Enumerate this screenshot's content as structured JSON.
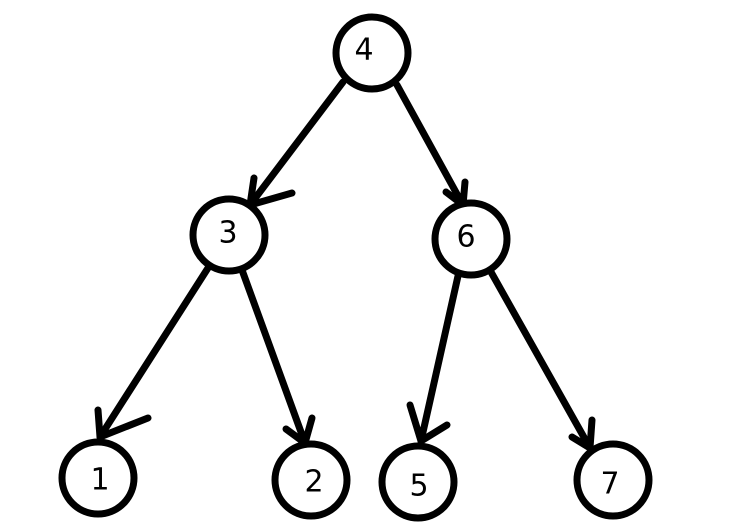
{
  "diagram": {
    "nodes": [
      {
        "id": "n4",
        "label": "4"
      },
      {
        "id": "n3",
        "label": "3"
      },
      {
        "id": "n6",
        "label": "6"
      },
      {
        "id": "n1",
        "label": "1"
      },
      {
        "id": "n2",
        "label": "2"
      },
      {
        "id": "n5",
        "label": "5"
      },
      {
        "id": "n7",
        "label": "7"
      }
    ],
    "edges": [
      {
        "from": "n4",
        "to": "n3"
      },
      {
        "from": "n4",
        "to": "n6"
      },
      {
        "from": "n3",
        "to": "n1"
      },
      {
        "from": "n3",
        "to": "n2"
      },
      {
        "from": "n6",
        "to": "n5"
      },
      {
        "from": "n6",
        "to": "n7"
      }
    ]
  }
}
